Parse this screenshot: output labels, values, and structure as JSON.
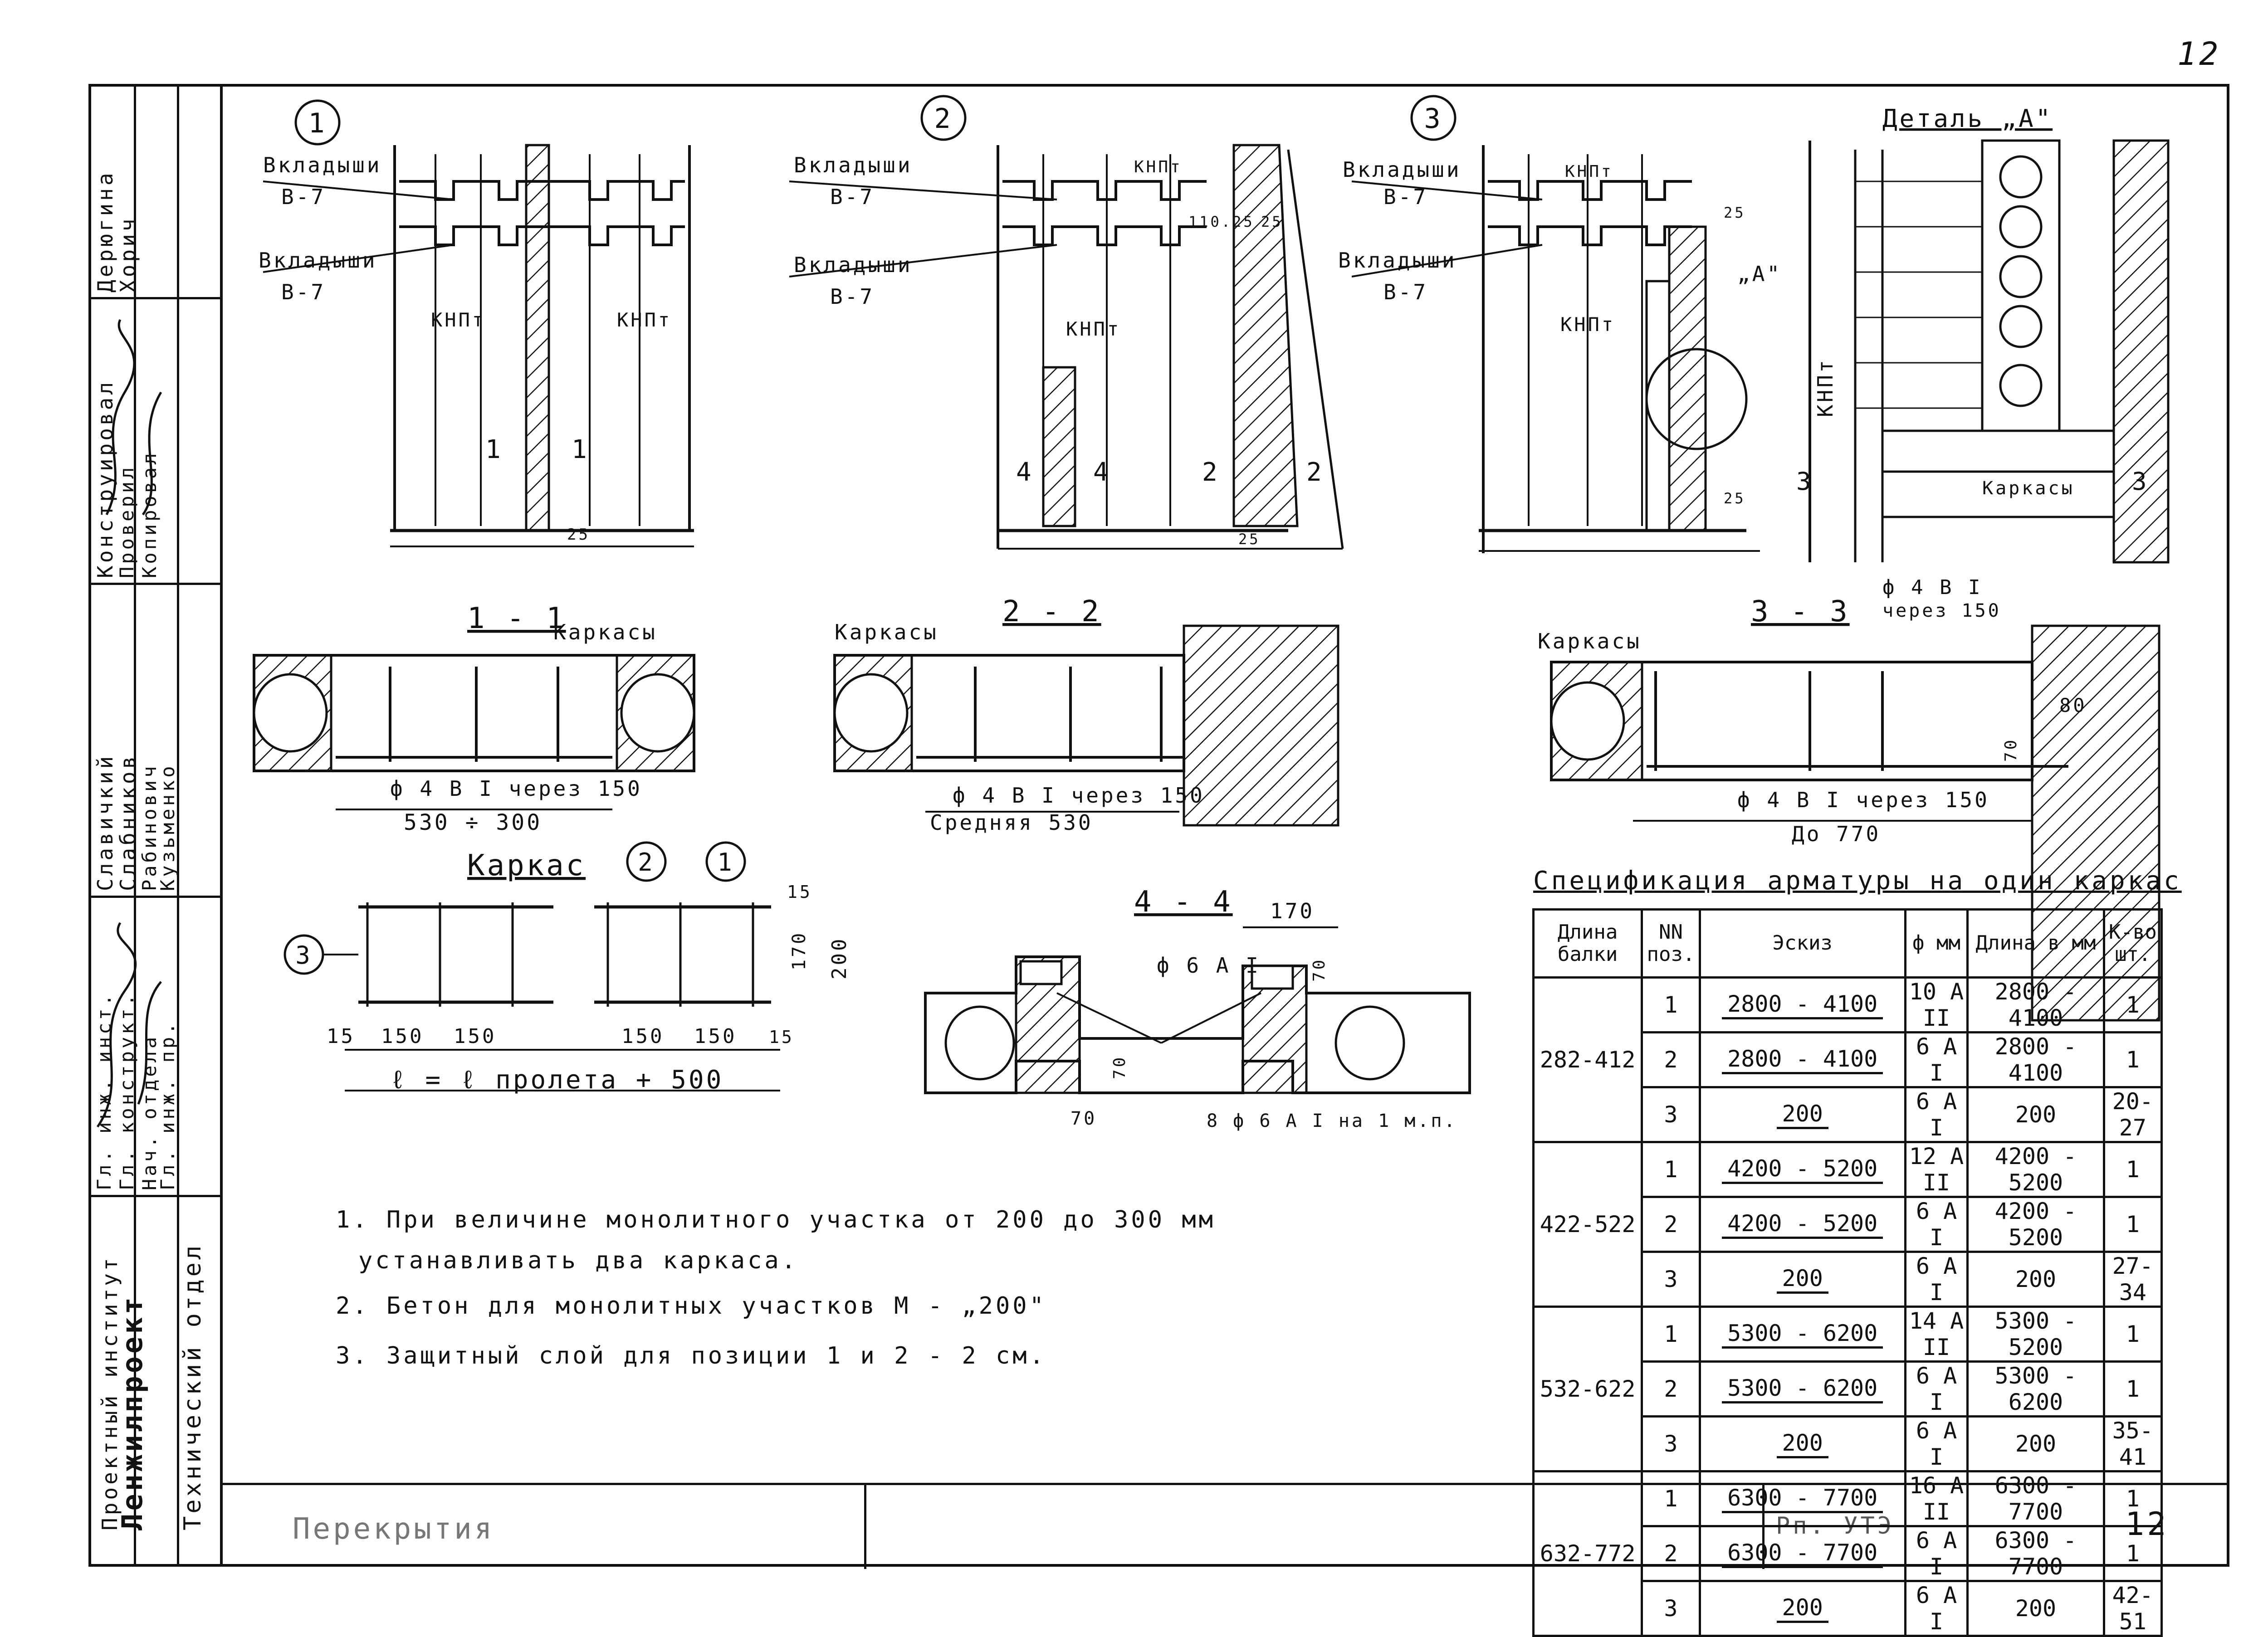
{
  "page_number_top": "12",
  "page_number_bottom": "12",
  "detail_title": "Деталь „А\"",
  "plans": {
    "p1": {
      "num": "1",
      "insert_top": "Вкладыши",
      "insert_top_sub": "В-7",
      "insert_bottom": "Вкладыши",
      "insert_bottom_sub": "В-7",
      "knp": "КНПт",
      "cut_a": "1",
      "cut_b": "1",
      "dim": "25"
    },
    "p2": {
      "num": "2",
      "insert_top": "Вкладыши",
      "insert_top_sub": "В-7",
      "insert_bottom": "Вкладыши",
      "insert_bottom_sub": "В-7",
      "knp": "КНПт",
      "cut_a": "4",
      "cut_b": "4",
      "cut_c": "2",
      "cut_d": "2",
      "dim_a": "25",
      "dim_b": "25",
      "dim_c": "110.25"
    },
    "p3": {
      "num": "3",
      "insert_top": "Вкладыши",
      "insert_top_sub": "В-7",
      "insert_bottom": "Вкладыши",
      "insert_bottom_sub": "В-7",
      "knp": "КНПт",
      "callout": "„А\"",
      "dim_a": "25",
      "dim_b": "25"
    }
  },
  "detail_a": {
    "knp": "КНПт",
    "karkasy": "Каркасы",
    "rebar": "ф 4 В I",
    "rebar_step": "через 150",
    "cut_a": "3",
    "cut_b": "3"
  },
  "sections": {
    "s11": {
      "title": "1 - 1",
      "karkasy": "Каркасы",
      "rebar": "ф 4 В I  через 150",
      "dim": "530 ÷ 300"
    },
    "s22": {
      "title": "2 - 2",
      "karkasy": "Каркасы",
      "rebar": "ф 4 В I  через 150",
      "dim": "Средняя 530"
    },
    "s33": {
      "title": "3 - 3",
      "karkasy": "Каркасы",
      "rebar": "ф 4 В I   через 150",
      "dim": "До 770",
      "dim_80": "80",
      "dim_70": "70"
    },
    "s44": {
      "title": "4 - 4",
      "dim_170": "170",
      "dim_70a": "70",
      "dim_70b": "70",
      "dim_70c": "70",
      "rebar": "ф 6 А I",
      "rebar2": "8 ф 6 А I на 1 м.п."
    }
  },
  "karkas": {
    "title": "Каркас",
    "pos1": "1",
    "pos2": "2",
    "pos3": "3",
    "d15a": "15",
    "d150a": "150",
    "d150b": "150",
    "d150c": "150",
    "d150d": "150",
    "d15b": "15",
    "d15c": "15",
    "d170": "170",
    "d200": "200",
    "formula": "ℓ = ℓ пролета + 500"
  },
  "notes": [
    "1. При величине монолитного участка от 200 до 300 мм",
    "устанавливать два каркаса.",
    "2. Бетон для монолитных участков М - „200\"",
    "3. Защитный слой для позиции 1 и 2 - 2 см."
  ],
  "spec": {
    "title": "Спецификация арматуры на один каркас",
    "headers": [
      "Длина балки",
      "NN поз.",
      "Эскиз",
      "ф мм",
      "Длина в мм",
      "К-во шт."
    ],
    "groups": [
      {
        "beam": "282-412",
        "rows": [
          {
            "pos": "1",
            "sketch": "2800 - 4100",
            "dia": "10 А II",
            "len": "2800 - 4100",
            "qty": "1"
          },
          {
            "pos": "2",
            "sketch": "2800 - 4100",
            "dia": "6 А I",
            "len": "2800 - 4100",
            "qty": "1"
          },
          {
            "pos": "3",
            "sketch": "200",
            "dia": "6 А I",
            "len": "200",
            "qty": "20-27"
          }
        ]
      },
      {
        "beam": "422-522",
        "rows": [
          {
            "pos": "1",
            "sketch": "4200 - 5200",
            "dia": "12 А II",
            "len": "4200 - 5200",
            "qty": "1"
          },
          {
            "pos": "2",
            "sketch": "4200 - 5200",
            "dia": "6 А I",
            "len": "4200 - 5200",
            "qty": "1"
          },
          {
            "pos": "3",
            "sketch": "200",
            "dia": "6 А I",
            "len": "200",
            "qty": "27-34"
          }
        ]
      },
      {
        "beam": "532-622",
        "rows": [
          {
            "pos": "1",
            "sketch": "5300 - 6200",
            "dia": "14 А II",
            "len": "5300 - 5200",
            "qty": "1"
          },
          {
            "pos": "2",
            "sketch": "5300 - 6200",
            "dia": "6 А I",
            "len": "5300 - 6200",
            "qty": "1"
          },
          {
            "pos": "3",
            "sketch": "200",
            "dia": "6 А I",
            "len": "200",
            "qty": "35-41"
          }
        ]
      },
      {
        "beam": "632-772",
        "rows": [
          {
            "pos": "1",
            "sketch": "6300 - 7700",
            "dia": "16 А II",
            "len": "6300 - 7700",
            "qty": "1"
          },
          {
            "pos": "2",
            "sketch": "6300 - 7700",
            "dia": "6 А I",
            "len": "6300 - 7700",
            "qty": "1"
          },
          {
            "pos": "3",
            "sketch": "200",
            "dia": "6 А I",
            "len": "200",
            "qty": "42-51"
          }
        ]
      }
    ]
  },
  "title_block": {
    "institute": "Проектный институт",
    "institute_name": "Ленжилпроект",
    "department": "Технический отдел",
    "roles": [
      "Гл. инж. инст.",
      "Гл. конструкт.",
      "Нач. отдела",
      "Гл. инж. пр."
    ],
    "names": [
      "Славичкий",
      "Слабников",
      "Рабинович",
      "Кузьменко"
    ],
    "roles2": [
      "Конструировал",
      "Проверил",
      "Копировал"
    ],
    "names2": [
      "Дерюгина",
      "Хорич"
    ],
    "bottom_title": "Перекрытия",
    "bottom_doc": "Рп. УТЭ"
  }
}
